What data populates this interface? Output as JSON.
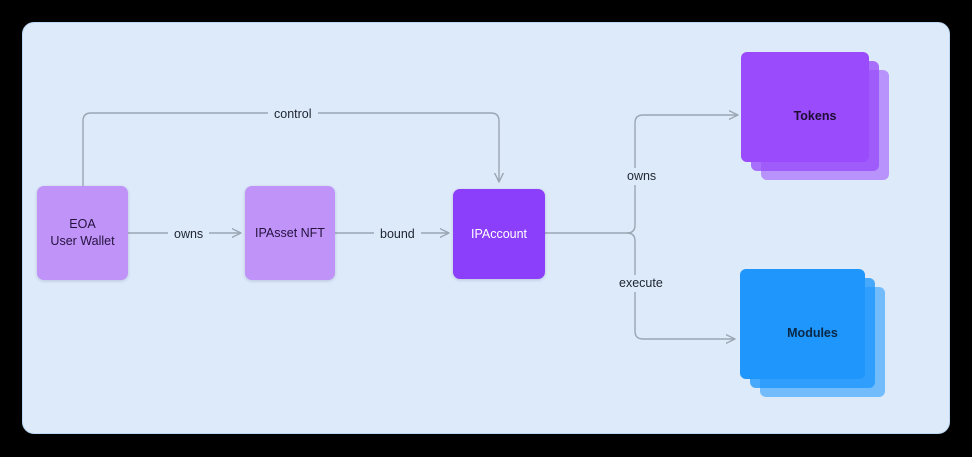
{
  "canvas": {
    "background_color": "#dceafa",
    "page_background_color": "#000000"
  },
  "palette": {
    "lilac": "#bf93f8",
    "violet": "#8c3ffb",
    "blue": "#1e96fc",
    "tokens_stack": "#9a4bfb",
    "connector": "#9aa6b2",
    "label_text": "#1f2430"
  },
  "nodes": {
    "eoa": {
      "line1": "EOA",
      "line2": "User Wallet"
    },
    "ipasset_nft": {
      "label": "IPAsset NFT"
    },
    "ipaccount": {
      "label": "IPAccount"
    },
    "tokens": {
      "label": "Tokens"
    },
    "modules": {
      "label": "Modules"
    }
  },
  "edges": {
    "control": {
      "label": "control"
    },
    "owns_wallet_to_nft": {
      "label": "owns"
    },
    "bound": {
      "label": "bound"
    },
    "owns_tokens": {
      "label": "owns"
    },
    "execute_modules": {
      "label": "execute"
    }
  }
}
